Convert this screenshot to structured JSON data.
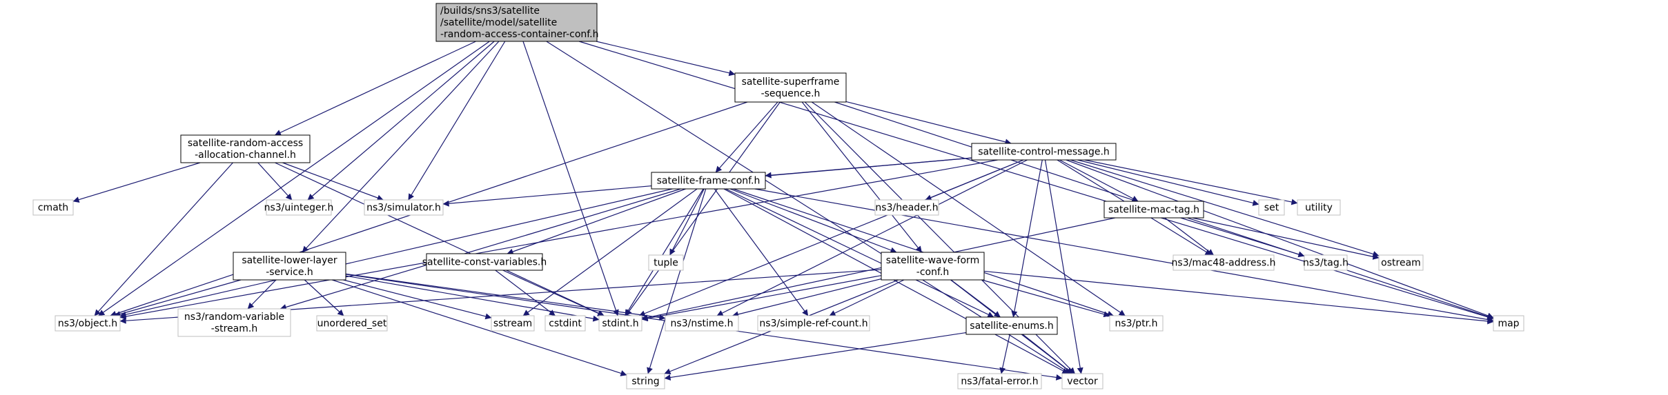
{
  "diagram": {
    "nodes": [
      {
        "id": "root",
        "lines": [
          "/builds/sns3/satellite",
          "/satellite/model/satellite",
          "-random-access-container-conf.h"
        ],
        "kind": "root"
      },
      {
        "id": "raac",
        "lines": [
          "satellite-random-access",
          "-allocation-channel.h"
        ],
        "kind": "header"
      },
      {
        "id": "sfseq",
        "lines": [
          "satellite-superframe",
          "-sequence.h"
        ],
        "kind": "header"
      },
      {
        "id": "ctrl",
        "lines": [
          "satellite-control-message.h"
        ],
        "kind": "header"
      },
      {
        "id": "frame",
        "lines": [
          "satellite-frame-conf.h"
        ],
        "kind": "header"
      },
      {
        "id": "mactag",
        "lines": [
          "satellite-mac-tag.h"
        ],
        "kind": "header"
      },
      {
        "id": "constv",
        "lines": [
          "satellite-const-variables.h"
        ],
        "kind": "header"
      },
      {
        "id": "wave",
        "lines": [
          "satellite-wave-form",
          "-conf.h"
        ],
        "kind": "header"
      },
      {
        "id": "lower",
        "lines": [
          "satellite-lower-layer",
          "-service.h"
        ],
        "kind": "header"
      },
      {
        "id": "enums",
        "lines": [
          "satellite-enums.h"
        ],
        "kind": "header"
      },
      {
        "id": "cmath",
        "lines": [
          "cmath"
        ],
        "kind": "external"
      },
      {
        "id": "uint",
        "lines": [
          "ns3/uinteger.h"
        ],
        "kind": "external"
      },
      {
        "id": "sim",
        "lines": [
          "ns3/simulator.h"
        ],
        "kind": "external"
      },
      {
        "id": "hdr",
        "lines": [
          "ns3/header.h"
        ],
        "kind": "external"
      },
      {
        "id": "set",
        "lines": [
          "set"
        ],
        "kind": "external"
      },
      {
        "id": "util",
        "lines": [
          "utility"
        ],
        "kind": "external"
      },
      {
        "id": "tuple",
        "lines": [
          "tuple"
        ],
        "kind": "external"
      },
      {
        "id": "mac48",
        "lines": [
          "ns3/mac48-address.h"
        ],
        "kind": "external"
      },
      {
        "id": "tag",
        "lines": [
          "ns3/tag.h"
        ],
        "kind": "external"
      },
      {
        "id": "ostream",
        "lines": [
          "ostream"
        ],
        "kind": "external"
      },
      {
        "id": "object",
        "lines": [
          "ns3/object.h"
        ],
        "kind": "external"
      },
      {
        "id": "rvs",
        "lines": [
          "ns3/random-variable",
          "-stream.h"
        ],
        "kind": "external"
      },
      {
        "id": "unset",
        "lines": [
          "unordered_set"
        ],
        "kind": "external"
      },
      {
        "id": "sstream",
        "lines": [
          "sstream"
        ],
        "kind": "external"
      },
      {
        "id": "cstdint",
        "lines": [
          "cstdint"
        ],
        "kind": "external"
      },
      {
        "id": "stdint",
        "lines": [
          "stdint.h"
        ],
        "kind": "external"
      },
      {
        "id": "nstime",
        "lines": [
          "ns3/nstime.h"
        ],
        "kind": "external"
      },
      {
        "id": "srefc",
        "lines": [
          "ns3/simple-ref-count.h"
        ],
        "kind": "external"
      },
      {
        "id": "ptr",
        "lines": [
          "ns3/ptr.h"
        ],
        "kind": "external"
      },
      {
        "id": "map",
        "lines": [
          "map"
        ],
        "kind": "external"
      },
      {
        "id": "string",
        "lines": [
          "string"
        ],
        "kind": "external"
      },
      {
        "id": "fatal",
        "lines": [
          "ns3/fatal-error.h"
        ],
        "kind": "external"
      },
      {
        "id": "vector",
        "lines": [
          "vector"
        ],
        "kind": "external"
      }
    ],
    "edges": [
      [
        "root",
        "raac"
      ],
      [
        "root",
        "sfseq"
      ],
      [
        "root",
        "lower"
      ],
      [
        "root",
        "uint"
      ],
      [
        "root",
        "sim"
      ],
      [
        "root",
        "object"
      ],
      [
        "root",
        "stdint"
      ],
      [
        "root",
        "map"
      ],
      [
        "root",
        "vector"
      ],
      [
        "raac",
        "cmath"
      ],
      [
        "raac",
        "uint"
      ],
      [
        "raac",
        "sim"
      ],
      [
        "raac",
        "object"
      ],
      [
        "raac",
        "stdint"
      ],
      [
        "sfseq",
        "ctrl"
      ],
      [
        "sfseq",
        "frame"
      ],
      [
        "sfseq",
        "wave"
      ],
      [
        "sfseq",
        "object"
      ],
      [
        "sfseq",
        "stdint"
      ],
      [
        "sfseq",
        "ptr"
      ],
      [
        "sfseq",
        "map"
      ],
      [
        "sfseq",
        "vector"
      ],
      [
        "ctrl",
        "sim"
      ],
      [
        "ctrl",
        "hdr"
      ],
      [
        "ctrl",
        "set"
      ],
      [
        "ctrl",
        "util"
      ],
      [
        "ctrl",
        "frame"
      ],
      [
        "ctrl",
        "mactag"
      ],
      [
        "ctrl",
        "mac48"
      ],
      [
        "ctrl",
        "ostream"
      ],
      [
        "ctrl",
        "enums"
      ],
      [
        "ctrl",
        "nstime"
      ],
      [
        "ctrl",
        "stdint"
      ],
      [
        "ctrl",
        "object"
      ],
      [
        "ctrl",
        "map"
      ],
      [
        "ctrl",
        "vector"
      ],
      [
        "frame",
        "constv"
      ],
      [
        "frame",
        "wave"
      ],
      [
        "frame",
        "tuple"
      ],
      [
        "frame",
        "enums"
      ],
      [
        "frame",
        "object"
      ],
      [
        "frame",
        "rvs"
      ],
      [
        "frame",
        "sstream"
      ],
      [
        "frame",
        "stdint"
      ],
      [
        "frame",
        "srefc"
      ],
      [
        "frame",
        "ptr"
      ],
      [
        "frame",
        "map"
      ],
      [
        "frame",
        "string"
      ],
      [
        "frame",
        "vector"
      ],
      [
        "mactag",
        "mac48"
      ],
      [
        "mactag",
        "tag"
      ],
      [
        "mactag",
        "ostream"
      ],
      [
        "mactag",
        "stdint"
      ],
      [
        "constv",
        "cstdint"
      ],
      [
        "constv",
        "stdint"
      ],
      [
        "wave",
        "enums"
      ],
      [
        "wave",
        "object"
      ],
      [
        "wave",
        "stdint"
      ],
      [
        "wave",
        "nstime"
      ],
      [
        "wave",
        "srefc"
      ],
      [
        "wave",
        "ptr"
      ],
      [
        "wave",
        "map"
      ],
      [
        "wave",
        "string"
      ],
      [
        "wave",
        "vector"
      ],
      [
        "lower",
        "object"
      ],
      [
        "lower",
        "rvs"
      ],
      [
        "lower",
        "unset"
      ],
      [
        "lower",
        "sstream"
      ],
      [
        "lower",
        "stdint"
      ],
      [
        "lower",
        "nstime"
      ],
      [
        "lower",
        "string"
      ],
      [
        "lower",
        "vector"
      ],
      [
        "enums",
        "fatal"
      ],
      [
        "enums",
        "string"
      ],
      [
        "enums",
        "vector"
      ]
    ],
    "colors": {
      "edge": "#191970",
      "root_fill": "#bfbfbf",
      "header_border": "#000000",
      "external_border": "#bfbfbf",
      "text": "#000000",
      "external_text": "#000000"
    }
  }
}
